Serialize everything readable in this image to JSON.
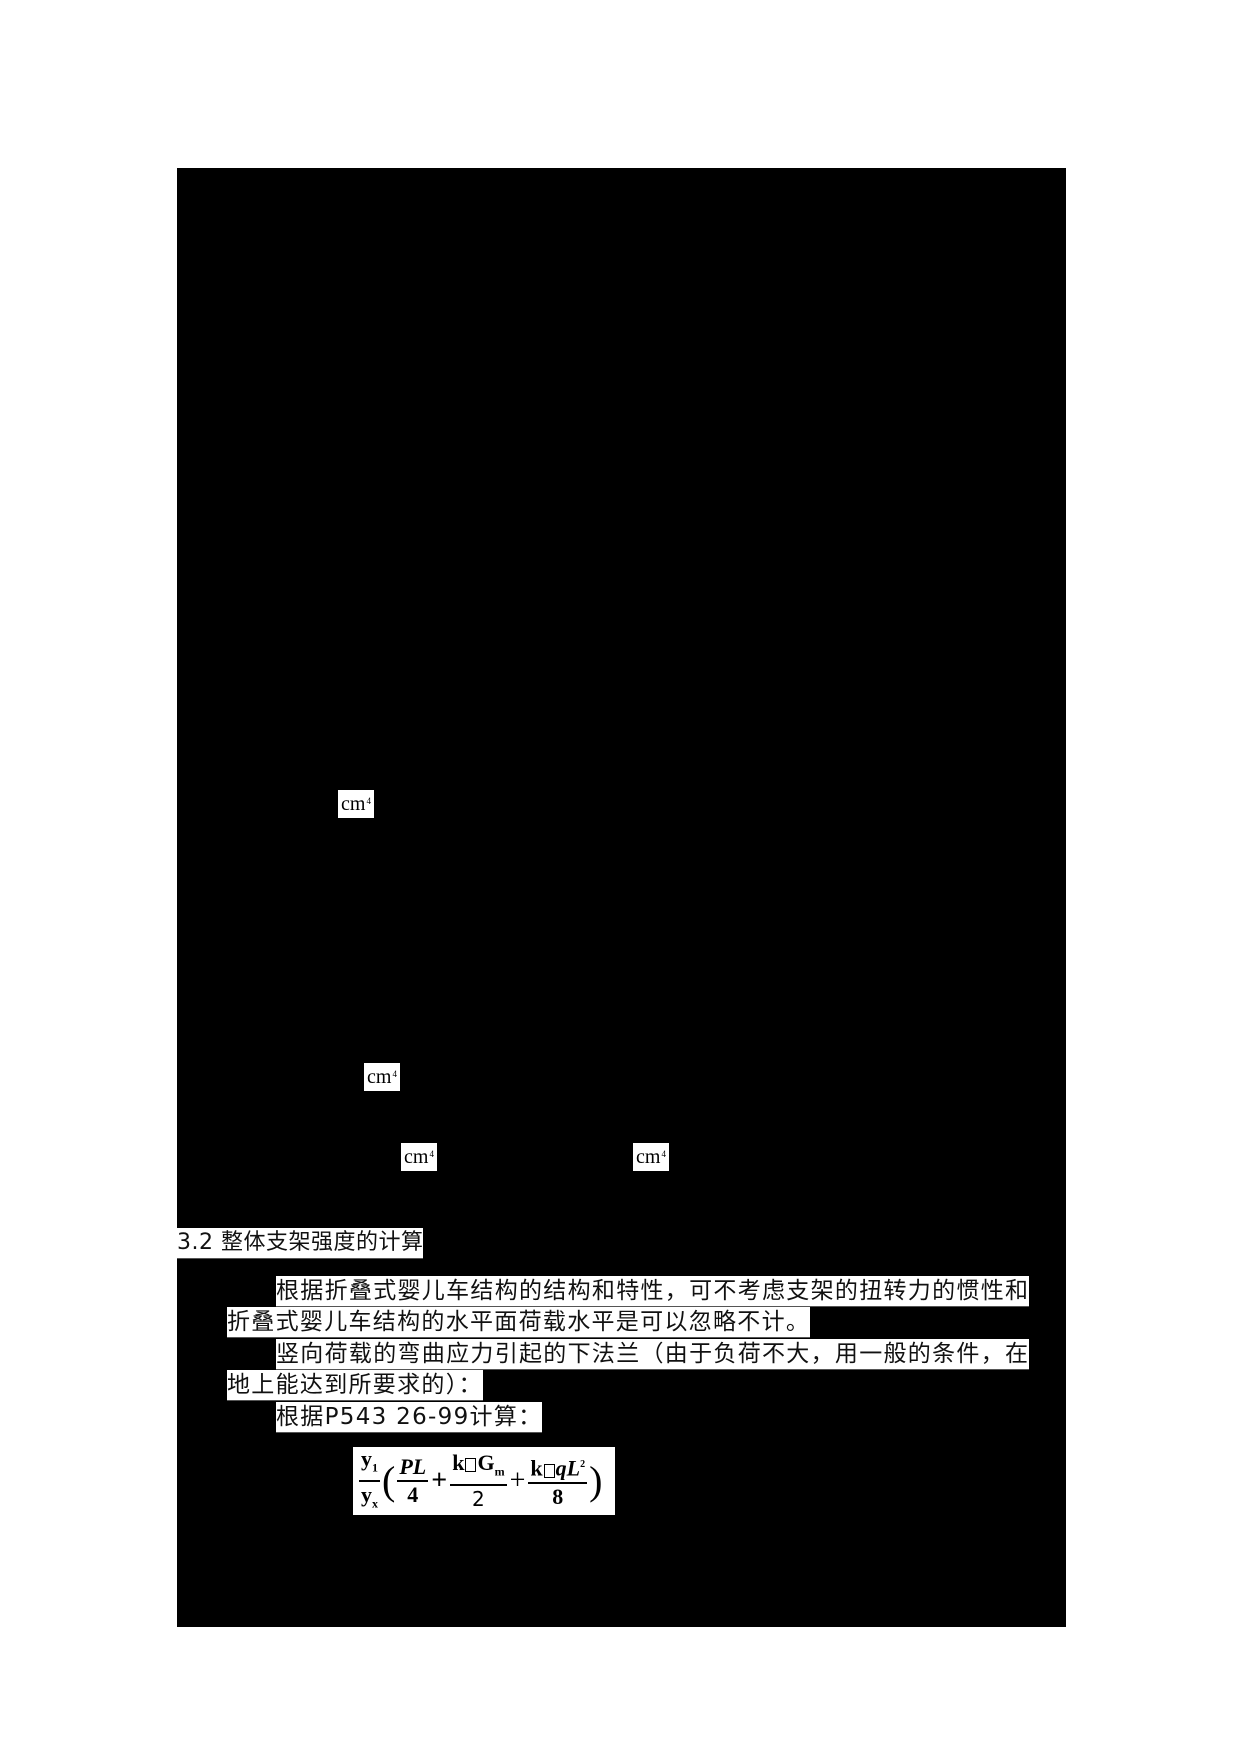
{
  "page": {
    "background": "#ffffff",
    "redaction_color": "#000000"
  },
  "units": [
    {
      "text": "cm",
      "exp": "4"
    },
    {
      "text": "cm",
      "exp": "4"
    },
    {
      "text": "cm",
      "exp": "4"
    },
    {
      "text": "cm",
      "exp": "4"
    }
  ],
  "section": {
    "heading": "3.2 整体支架强度的计算",
    "paragraphs": [
      {
        "line1": "根据折叠式婴儿车结构的结构和特性，可不考虑支架的扭转力的惯性和",
        "line2": "折叠式婴儿车结构的水平面荷载水平是可以忽略不计。"
      },
      {
        "line1": "竖向荷载的弯曲应力引起的下法兰（由于负荷不大，用一般的条件，在",
        "line2": "地上能达到所要求的）："
      },
      {
        "line1": "根据P543 26-99计算："
      }
    ]
  },
  "formula": {
    "ratio_num": "y",
    "ratio_num_sub": "1",
    "ratio_den": "y",
    "ratio_den_sub": "x",
    "open_paren": "(",
    "term1_num": "PL",
    "term1_den": "4",
    "plus1": "+",
    "term2_num_k": "k",
    "term2_num_g": "G",
    "term2_num_g_sub": "m",
    "term2_den": "2",
    "plus2": "+",
    "term3_num_k": "k",
    "term3_num_q": "qL",
    "term3_num_exp": "2",
    "term3_den": "8",
    "close_paren": ")"
  }
}
